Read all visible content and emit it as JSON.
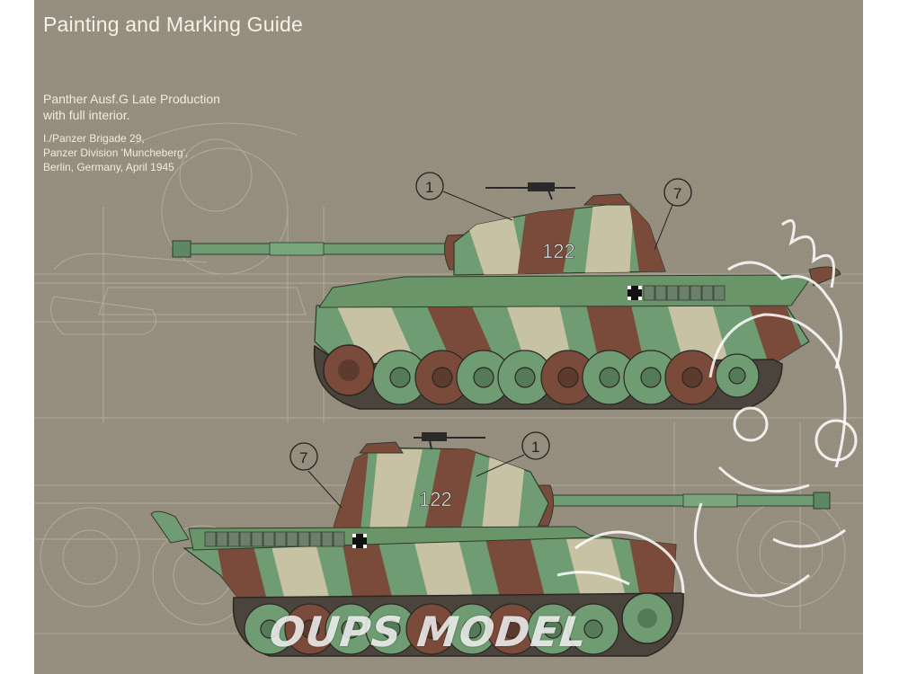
{
  "guide": {
    "title": "Painting and Marking Guide",
    "vehicle_line1": "Panther Ausf.G Late Production",
    "vehicle_line2": "with full interior.",
    "unit_line1": "I./Panzer Brigade 29,",
    "unit_line2": "Panzer Division 'Muncheberg',",
    "unit_line3": "Berlin, Germany, April 1945"
  },
  "tank_top": {
    "turret_number": "122",
    "callout_left": "1",
    "callout_right": "7"
  },
  "tank_bottom": {
    "turret_number": "122",
    "callout_left": "7",
    "callout_right": "1"
  },
  "watermark": "OUPS MODEL",
  "colors": {
    "background": "#948c7d",
    "camo_green": "#6f9c72",
    "camo_brown": "#7a4a3a",
    "camo_sand": "#c8c2a4"
  },
  "icons": [
    "balkenkreuz-icon",
    "callout-circle-icon"
  ]
}
